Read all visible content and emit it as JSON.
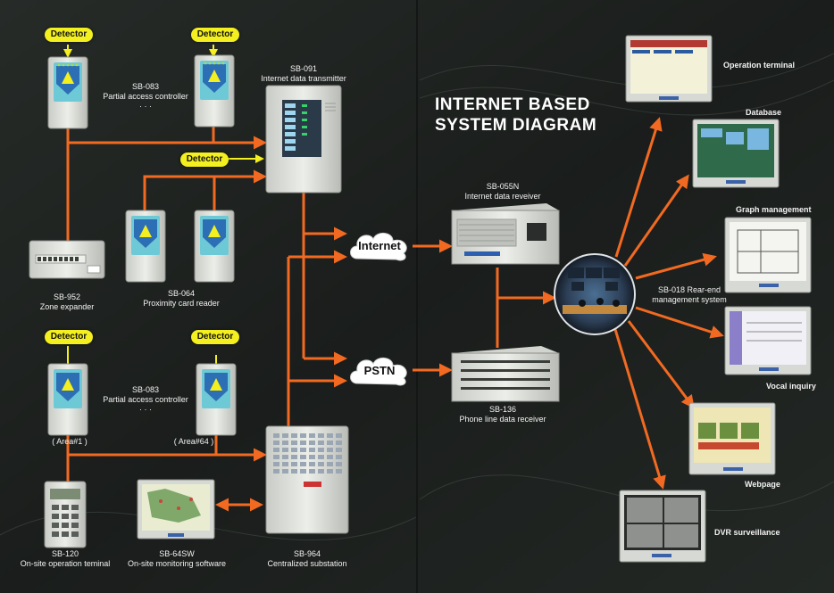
{
  "title_line1": "INTERNET BASED",
  "title_line2": "SYSTEM DIAGRAM",
  "detector_label": "Detector",
  "clouds": {
    "internet": "Internet",
    "pstn": "PSTN"
  },
  "devices": {
    "sb083_top": {
      "model": "SB-083",
      "name": "Partial access controller",
      "more": "· · ·"
    },
    "sb091": {
      "model": "SB-091",
      "name": "Internet data transmitter"
    },
    "sb952": {
      "model": "SB-952",
      "name": "Zone expander"
    },
    "sb064": {
      "model": "SB-064",
      "name": "Proximity card reader"
    },
    "sb083_bottom": {
      "model": "SB-083",
      "name": "Partial access controller",
      "more": "· · ·"
    },
    "sb120": {
      "model": "SB-120",
      "name": "On-site operation teminal"
    },
    "sb64sw": {
      "model": "SB-64SW",
      "name": "On-site monitoring software"
    },
    "sb964": {
      "model": "SB-964",
      "name": "Centralized substation"
    },
    "sb055n": {
      "model": "SB-055N",
      "name": "Internet data reveiver"
    },
    "sb136": {
      "model": "SB-136",
      "name": "Phone line data receiver"
    },
    "sb018": {
      "model": "SB-018",
      "name_line1": "Rear-end",
      "name_line2": "management system"
    }
  },
  "areas": {
    "first": "( Area#1 )",
    "last": "( Area#64 )"
  },
  "outputs": {
    "operation_terminal": "Operation terminal",
    "database": "Database",
    "graph_management": "Graph management",
    "vocal_inquiry": "Vocal inquiry",
    "webpage": "Webpage",
    "dvr": "DVR surveillance"
  },
  "colors": {
    "background": "#1d211f",
    "link": "#f26a21",
    "detector": "#f4ef1e",
    "device": "#d9dcd6"
  }
}
